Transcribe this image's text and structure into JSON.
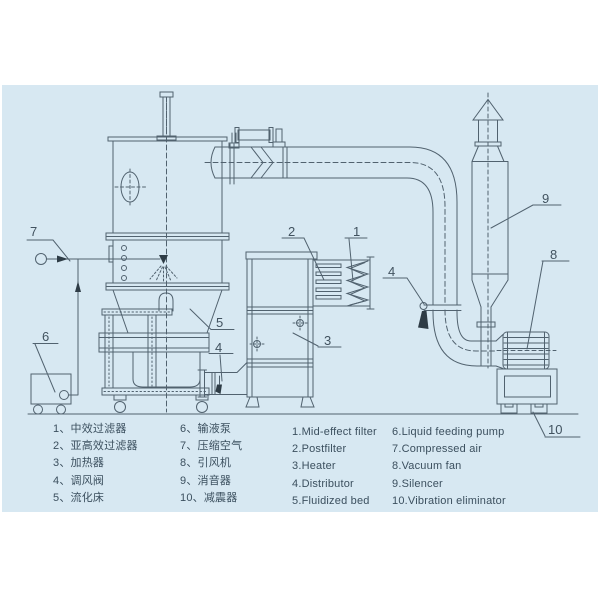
{
  "colors": {
    "panel_bg": "#d7e8f2",
    "line": "#51626f",
    "text": "#3b4f5e",
    "arrow_fill": "#2e3c46"
  },
  "callouts": {
    "c1": "1",
    "c2": "2",
    "c3": "3",
    "c4_top": "4",
    "c4_bottom": "4",
    "c5": "5",
    "c6": "6",
    "c7": "7",
    "c8": "8",
    "c9": "9",
    "c10": "10"
  },
  "legend": {
    "cn": [
      "1、中效过滤器",
      "2、亚高效过滤器",
      "3、加热器",
      "4、调风阀",
      "5、流化床",
      "6、输液泵",
      "7、压缩空气",
      "8、引风机",
      "9、消音器",
      "10、减震器"
    ],
    "en": [
      "1.Mid-effect filter",
      "2.Postfilter",
      "3.Heater",
      "4.Distributor",
      "5.Fluidized bed",
      "6.Liquid feeding pump",
      "7.Compressed air",
      "8.Vacuum fan",
      "9.Silencer",
      "10.Vibration eliminator"
    ]
  }
}
